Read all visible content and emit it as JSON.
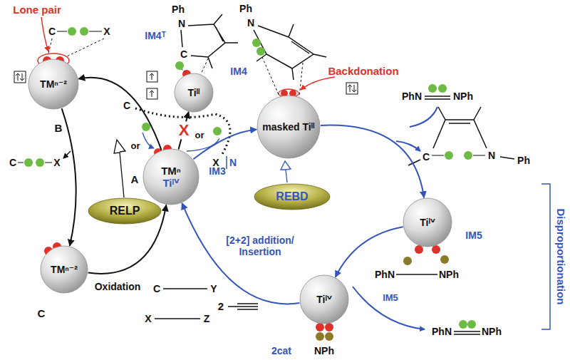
{
  "diagram": {
    "nodes": [
      {
        "text": [
          "TMⁿ⁻²"
        ]
      },
      {
        "text": [
          "RELP"
        ]
      },
      {
        "text": [
          "TMⁿ⁻²"
        ]
      },
      {
        "text": [
          "TMⁿ",
          "Tiᴵⱽ"
        ]
      },
      {
        "text": [
          "Tiᴵᴵ"
        ]
      },
      {
        "text": [
          "masked Tiᴵᴵ"
        ]
      },
      {
        "text": [
          "REBD"
        ]
      },
      {
        "text": [
          "Tiᴵⱽ"
        ]
      },
      {
        "text": [
          "Tiᴵⱽ"
        ]
      }
    ],
    "edges": [
      {
        "from": 3,
        "to": 0,
        "arrow": "to"
      },
      {
        "from": 0,
        "to": 2,
        "arrow": "to"
      },
      {
        "from": 2,
        "to": 3,
        "label": "Oxidation",
        "arrow": "to"
      },
      {
        "from": 3,
        "to": 4,
        "label": "X",
        "arrow": "to"
      },
      {
        "from": 3,
        "to": 5,
        "arrow": "to"
      },
      {
        "from": 5,
        "to": 7,
        "arrow": "to"
      },
      {
        "from": 7,
        "to": 8,
        "arrow": "to"
      },
      {
        "from": 8,
        "to": 3,
        "label": "[2+2] addition/ Insertion",
        "arrow": "to"
      }
    ],
    "labels": [
      "Lone pair",
      "C",
      "X",
      "B",
      "C",
      "X",
      "C",
      "C",
      "Y",
      "X",
      "Z",
      "A",
      "IM3",
      "C",
      "X",
      "N",
      "or",
      "or",
      "Ph",
      "N",
      "C",
      "IM4ᵀ",
      "Ph",
      "N",
      "IM4",
      "Backdonation",
      "PhN",
      "NPh",
      "C",
      "N",
      "Ph",
      "IM5",
      "PhN",
      "NPh",
      "Disproportionation",
      "IM5",
      "PhN",
      "NPh",
      "2",
      "NPh",
      "2cat"
    ]
  }
}
